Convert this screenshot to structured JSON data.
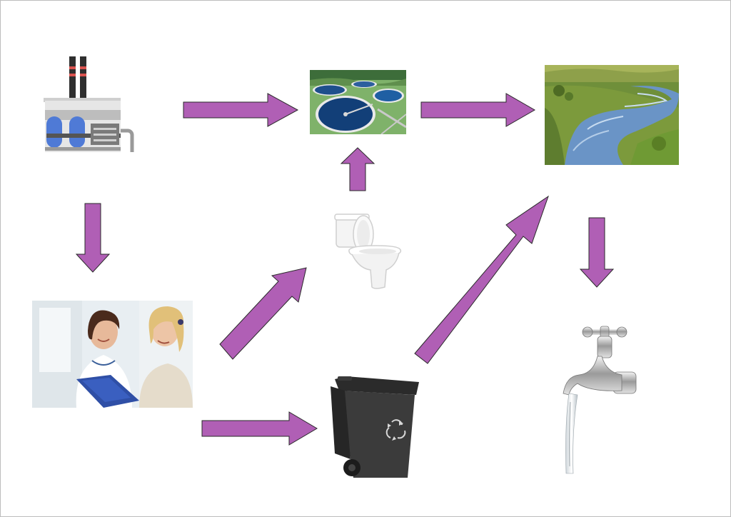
{
  "diagram": {
    "theme": {
      "arrow_fill": "#b05fb5",
      "arrow_stroke": "#2a2a2a",
      "page_border": "#bdbdbd"
    },
    "nodes": [
      {
        "id": "factory",
        "icon": "factory-icon"
      },
      {
        "id": "treatment-plant",
        "icon": "water-treatment-plant-image"
      },
      {
        "id": "river",
        "icon": "river-landscape-image"
      },
      {
        "id": "toilet",
        "icon": "toilet-icon"
      },
      {
        "id": "healthcare",
        "icon": "doctor-and-patient-photo"
      },
      {
        "id": "wheelie-bin",
        "icon": "recycling-bin-icon"
      },
      {
        "id": "tap",
        "icon": "water-tap-icon"
      }
    ],
    "flows": [
      {
        "from": "factory",
        "to": "treatment-plant"
      },
      {
        "from": "treatment-plant",
        "to": "river"
      },
      {
        "from": "toilet",
        "to": "treatment-plant"
      },
      {
        "from": "factory",
        "to": "healthcare"
      },
      {
        "from": "healthcare",
        "to": "toilet"
      },
      {
        "from": "healthcare",
        "to": "wheelie-bin"
      },
      {
        "from": "wheelie-bin",
        "to": "river"
      },
      {
        "from": "river",
        "to": "tap"
      }
    ]
  }
}
